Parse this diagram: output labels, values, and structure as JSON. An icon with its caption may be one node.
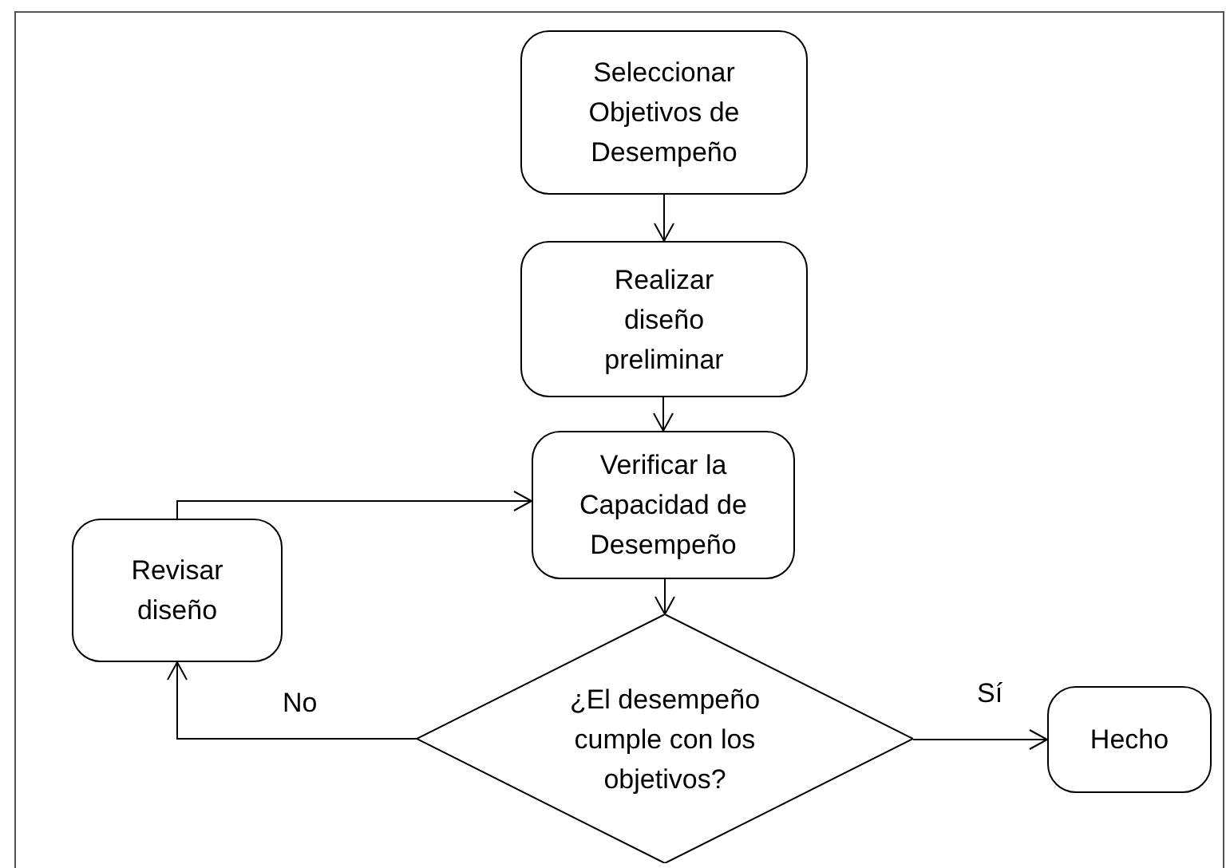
{
  "diagram": {
    "nodes": [
      {
        "text": [
          "Seleccionar Objetivos de Desempeño"
        ]
      },
      {
        "text": [
          "Realizar diseño preliminar"
        ]
      },
      {
        "text": [
          "Verificar la Capacidad de Desempeño"
        ]
      },
      {
        "text": [
          "Revisar diseño"
        ]
      },
      {
        "text": [
          "¿El desempeño cumple con los objetivos?"
        ]
      },
      {
        "text": [
          "Hecho"
        ]
      }
    ],
    "edges": [
      {
        "from": 0,
        "to": 1,
        "arrow": "to"
      },
      {
        "from": 1,
        "to": 2,
        "arrow": "to"
      },
      {
        "from": 2,
        "to": 4,
        "arrow": "to"
      },
      {
        "from": 4,
        "to": 3,
        "arrow": "to",
        "label": "No"
      },
      {
        "from": 4,
        "to": 5,
        "arrow": "to",
        "label": "Sí"
      },
      {
        "from": 3,
        "to": 2,
        "arrow": "to"
      }
    ]
  }
}
